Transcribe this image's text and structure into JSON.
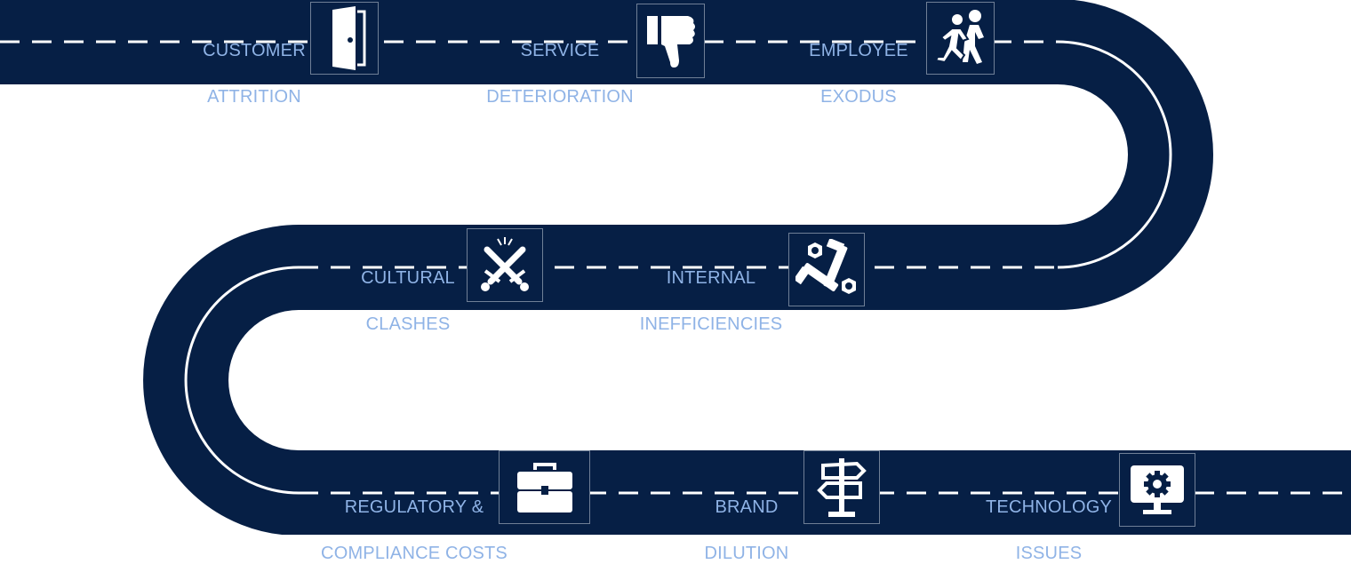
{
  "colors": {
    "road": "#061f45",
    "lane_line": "#ffffff",
    "label_text": "#8fb3e6",
    "icon": "#ffffff",
    "background": "#ffffff"
  },
  "milestones": [
    {
      "key": "customer-attrition",
      "lines": [
        "CUSTOMER",
        "ATTRITION"
      ],
      "icon": "door-icon"
    },
    {
      "key": "service-deterioration",
      "lines": [
        "SERVICE",
        "DETERIORATION"
      ],
      "icon": "thumbs-down-icon"
    },
    {
      "key": "employee-exodus",
      "lines": [
        "EMPLOYEE",
        "EXODUS"
      ],
      "icon": "running-people-icon"
    },
    {
      "key": "internal-inefficiencies",
      "lines": [
        "INTERNAL",
        "INEFFICIENCIES"
      ],
      "icon": "bolts-nuts-icon"
    },
    {
      "key": "cultural-clashes",
      "lines": [
        "CULTURAL",
        "CLASHES"
      ],
      "icon": "crossed-swords-icon"
    },
    {
      "key": "regulatory-compliance-costs",
      "lines": [
        "REGULATORY &",
        "COMPLIANCE COSTS"
      ],
      "icon": "briefcase-icon"
    },
    {
      "key": "brand-dilution",
      "lines": [
        "BRAND",
        "DILUTION"
      ],
      "icon": "signpost-icon"
    },
    {
      "key": "technology-issues",
      "lines": [
        "TECHNOLOGY",
        "ISSUES"
      ],
      "icon": "monitor-gear-icon"
    }
  ]
}
